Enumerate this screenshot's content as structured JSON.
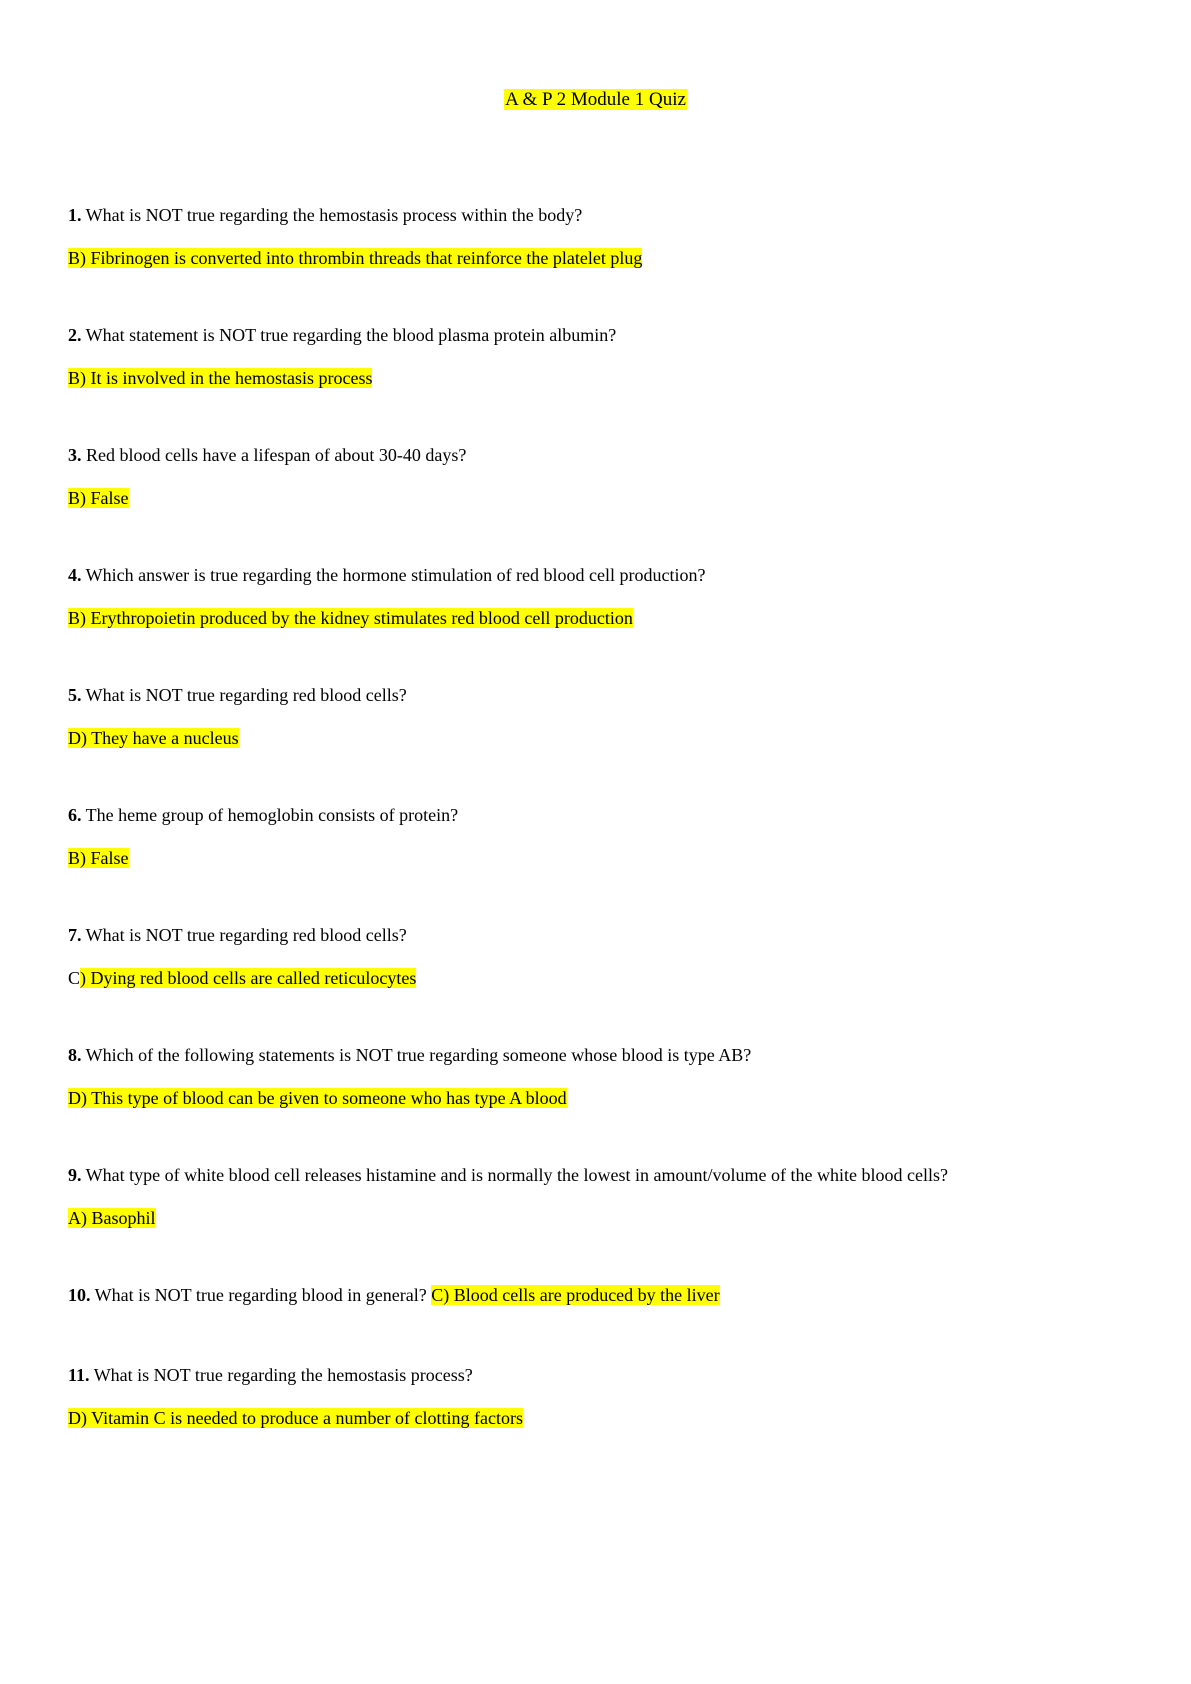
{
  "document": {
    "title": "A & P 2 Module 1 Quiz",
    "highlight_color": "#ffff00"
  },
  "questions": [
    {
      "number": "1.",
      "text": " What is NOT true regarding the hemostasis process within the body?",
      "answer_prefix": "",
      "answer": "B) Fibrinogen is converted into thrombin threads that reinforce the platelet plug"
    },
    {
      "number": "2.",
      "text": " What statement is NOT true regarding the blood plasma protein albumin?",
      "answer_prefix": "",
      "answer": "B) It is involved in the hemostasis process"
    },
    {
      "number": "3.",
      "text": " Red blood cells have a lifespan of about 30-40 days?",
      "answer_prefix": "",
      "answer": "B) False"
    },
    {
      "number": "4.",
      "text": " Which answer is true regarding the hormone stimulation of red blood cell production?",
      "answer_prefix": "",
      "answer": "B) Erythropoietin produced by the kidney stimulates red blood cell production"
    },
    {
      "number": "5.",
      "text": " What is NOT true regarding red blood cells?",
      "answer_prefix": "",
      "answer": "D) They have a nucleus"
    },
    {
      "number": "6.",
      "text": " The heme group of hemoglobin consists of protein?",
      "answer_prefix": "",
      "answer": "B) False"
    },
    {
      "number": "7.",
      "text": " What is NOT true regarding red blood cells?",
      "answer_prefix": "C",
      "answer": ") Dying red blood cells are called reticulocytes"
    },
    {
      "number": "8.",
      "text": " Which of the following statements is NOT true regarding someone whose blood is type AB?",
      "answer_prefix": "",
      "answer": "D) This type of blood can be given to someone who has type A blood"
    },
    {
      "number": "9.",
      "text": " What type of white blood cell releases histamine and is normally the lowest in amount/volume of the white blood cells?",
      "answer_prefix": "",
      "answer": "A) Basophil"
    },
    {
      "number": "10.",
      "text": " What is NOT true regarding blood in general? ",
      "inline_answer": "C) Blood cells are produced by the liver"
    },
    {
      "number": "11.",
      "text": " What is NOT true regarding the hemostasis process?",
      "answer_prefix": "",
      "answer": "D) Vitamin C is needed to produce a number of clotting factors"
    }
  ]
}
